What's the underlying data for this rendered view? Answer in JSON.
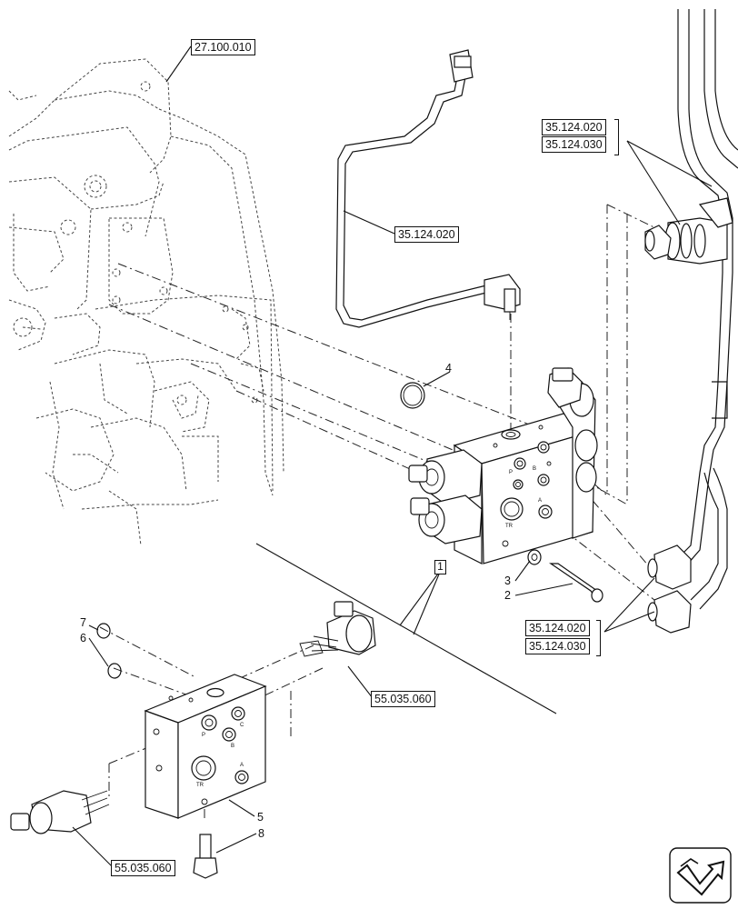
{
  "refs": {
    "r1": "27.100.010",
    "r2": "35.124.020",
    "r3": "35.124.030",
    "r4": "35.124.020",
    "r5": "35.124.020",
    "r6": "35.124.030",
    "r7": "55.035.060",
    "r8": "55.035.060"
  },
  "callouts": {
    "c1": "1",
    "c2": "2",
    "c3": "3",
    "c4": "4",
    "c5": "5",
    "c6": "6",
    "c7": "7",
    "c8": "8"
  },
  "port_marks": {
    "p_upper_1": "P",
    "p_upper_2": "B",
    "p_upper_3": "A",
    "p_upper_4": "TR",
    "p_lower_1": "P",
    "p_lower_2": "C",
    "p_lower_3": "B",
    "p_lower_4": "A",
    "p_lower_5": "TR"
  }
}
